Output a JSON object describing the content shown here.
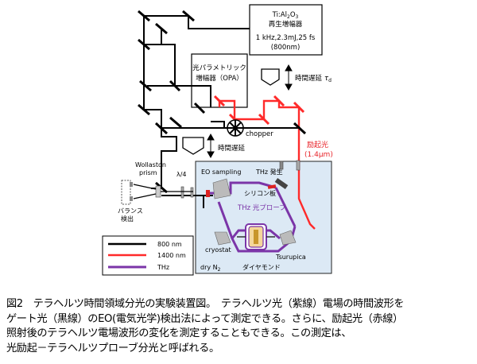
{
  "labels": {
    "laser_l1": "Ti:Al",
    "laser_l1_sub": "2",
    "laser_l1_mid": "O",
    "laser_l1_sub2": "3",
    "laser_l2": "再生増幅器",
    "laser_l3": "1 kHz,2.3mJ,25 fs",
    "laser_l4": "(800nm)",
    "opa_l1": "光パラメトリック",
    "opa_l2": "増幅器（OPA）",
    "delay_top": "時間遅延",
    "delay_top_sym": "τ",
    "delay_top_sub": "d",
    "delay_mid": "時間遅延",
    "chopper": "chopper",
    "pump_l1": "励起光",
    "pump_l2": "(1.4μm)",
    "wollaston_l1": "Wollaston",
    "wollaston_l2": "prism",
    "quarter_wave": "λ/4",
    "eo_sampling": "EO sampling",
    "thz_gen": "THz 発生",
    "silicon": "シリコン板",
    "thz_probe": "THz 光プローブ",
    "balance_l1": "バランス",
    "balance_l2": "検出",
    "cryostat": "cryostat",
    "tsurupica": "Tsurupica",
    "diamond": "ダイヤモンド",
    "dry_n2": "dry N",
    "dry_n2_sub": "2"
  },
  "legend": {
    "items": [
      {
        "label": "800 nm",
        "color": "#000000"
      },
      {
        "label": "1400 nm",
        "color": "#ff2a2a"
      },
      {
        "label": "THz",
        "color": "#7b35a8"
      }
    ]
  },
  "caption": "図2　テラヘルツ時間領域分光の実験装置図。　テラヘルツ光（紫線）電場の時間波形を\nゲート光（黒線）のEO(電気光学)検出法によって測定できる。さらに、励起光（赤線）\n照射後のテラヘルツ電場波形の変化を測定することもできる。この測定は、\n光励起－テラヘルツプローブ分光と呼ばれる。"
}
